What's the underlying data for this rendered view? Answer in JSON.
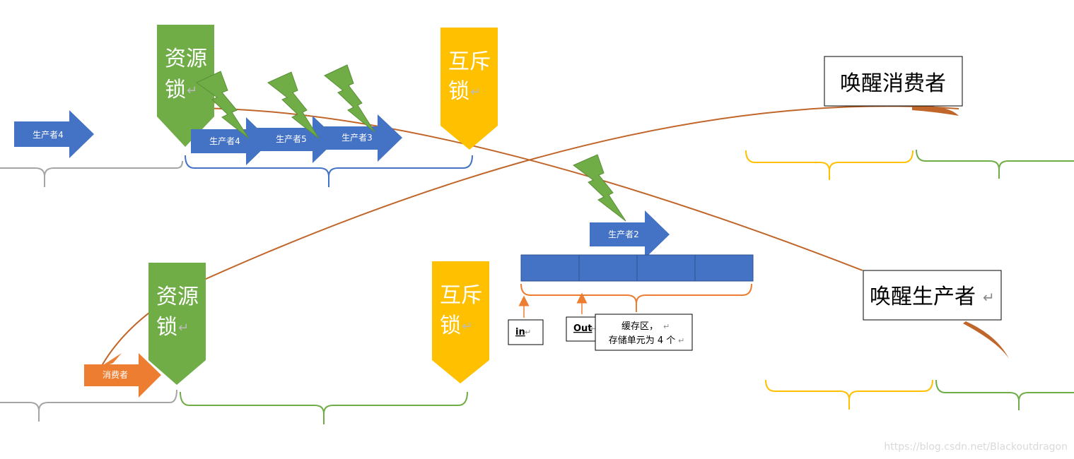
{
  "colors": {
    "blue": "#4472C4",
    "green": "#70AD47",
    "gold": "#FFC000",
    "orange": "#ED7D31",
    "brown": "#C0662A",
    "gray": "#A5A5A5",
    "white": "#FFFFFF",
    "black": "#000000"
  },
  "producer_section": {
    "waiting_producer": "生产者4",
    "resource_lock": [
      "资源",
      "锁"
    ],
    "mutex_lock": [
      "互斥",
      "锁"
    ],
    "queued_producers": [
      "生产者4",
      "生产者5",
      "生产者3"
    ]
  },
  "consumer_section": {
    "consumer": "消费者",
    "resource_lock": [
      "资源",
      "锁"
    ],
    "mutex_lock": [
      "互斥",
      "锁"
    ]
  },
  "buffer": {
    "active_producer": "生产者2",
    "cell_count": 4,
    "in_label": "in",
    "out_label": "Out",
    "note_lines": [
      "缓存区，",
      "存储单元为 4 个"
    ]
  },
  "wake_consumer": "唤醒消费者",
  "wake_producer": "唤醒生产者",
  "mark": "↵",
  "watermark": "https://blog.csdn.net/Blackoutdragon"
}
